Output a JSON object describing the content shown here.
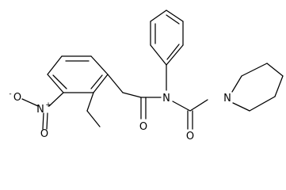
{
  "molecule": {
    "atoms": {
      "n_amide": "N",
      "n_piperidine": "N",
      "o_benzoyl": "O",
      "o_carbamoyl": "O",
      "nitro_o_top": "O",
      "nitro_o_minus": "O",
      "nitro_charge_minus": "-",
      "nitro_n": "N",
      "nitro_charge_plus": "+"
    },
    "colors": {
      "ink": "#000000",
      "background": "#ffffff"
    }
  }
}
